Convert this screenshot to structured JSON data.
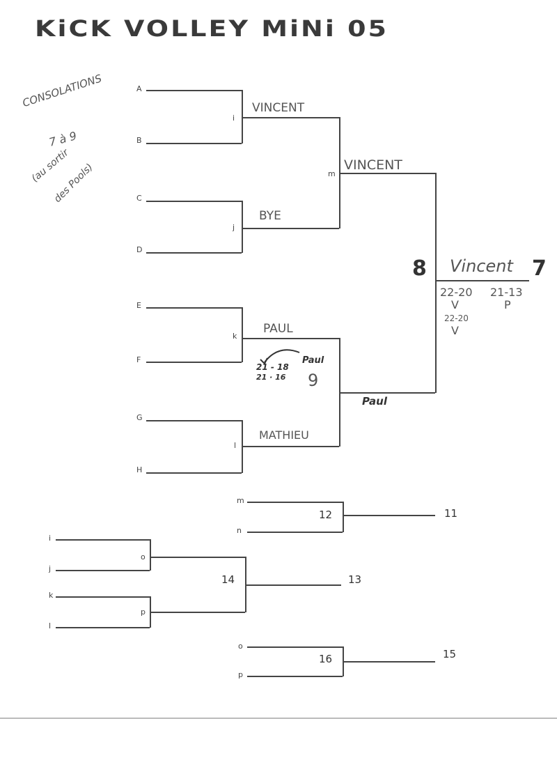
{
  "title": "KiCK VOLLEY MiNi 05",
  "bracket_labels": {
    "A": "A",
    "B": "B",
    "C": "C",
    "D": "D",
    "E": "E",
    "F": "F",
    "G": "G",
    "H": "H",
    "i": "i",
    "j": "j",
    "k": "k",
    "l": "l",
    "m": "m"
  },
  "consolation_labels": {
    "m": "m",
    "n": "n",
    "i": "i",
    "j": "j",
    "k": "k",
    "l": "l",
    "o": "o",
    "p": "p",
    "o2": "o",
    "p2": "p"
  },
  "match_numbers": {
    "n12": "12",
    "n11": "11",
    "n14": "14",
    "n13": "13",
    "n16": "16",
    "n15": "15"
  },
  "handwritten": {
    "note1": "CONSOLATIONS",
    "note2": "7 à 9",
    "note3": "(au sortir",
    "note4": "des Pools)",
    "i_winner": "VINCENT",
    "j_winner": "BYE",
    "m_winner": "VINCENT",
    "k_winner": "PAUL",
    "l_winner": "MATHIEU",
    "score_paul_1": "21 - 18",
    "score_paul_2": "21 · 16",
    "paul_tag": "Paul",
    "nine": "9",
    "lower_winner": "Paul",
    "final_winner": "Vincent",
    "eight": "8",
    "seven": "7",
    "final_score_1": "22-20",
    "final_score_2": "21-13",
    "final_v1": "V",
    "final_p": "P",
    "final_score_3": "22-20",
    "final_v2": "V"
  }
}
